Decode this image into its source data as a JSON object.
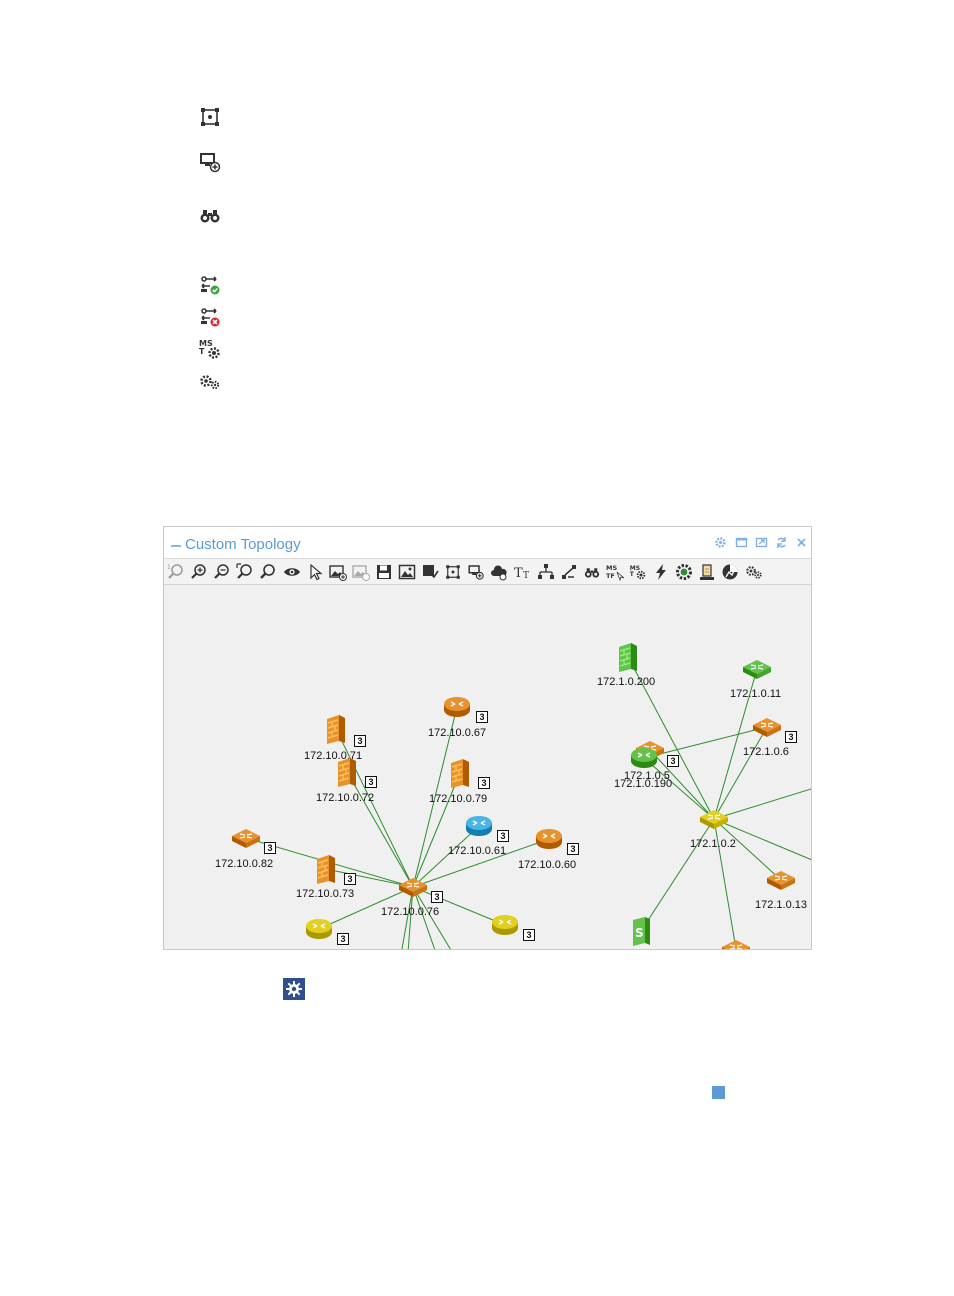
{
  "doc_icons": [
    {
      "name": "select-frame-icon"
    },
    {
      "name": "add-device-icon"
    },
    {
      "name": "binoculars-icon"
    },
    {
      "name": "link-ok-icon"
    },
    {
      "name": "link-remove-icon"
    },
    {
      "name": "ms-settings-icon"
    },
    {
      "name": "settings-gears-icon"
    }
  ],
  "panel": {
    "title": "Custom Topology",
    "header_icons": [
      "settings-icon",
      "maximize-icon",
      "restore-icon",
      "refresh-icon",
      "close-icon"
    ],
    "toolbar": [
      "zoom-reset-icon",
      "zoom-in-icon",
      "zoom-out-icon",
      "zoom-fit-icon",
      "search-icon",
      "eye-icon",
      "pointer-icon",
      "add-image-icon",
      "image-disabled-icon",
      "save-icon",
      "image-icon",
      "export-icon",
      "select-frame-icon",
      "add-device-icon",
      "cloud-icon",
      "text-size-icon",
      "tree-layout-icon",
      "link-icon",
      "binoculars-icon",
      "ms-text-icon",
      "ms-settings-icon",
      "lightning-icon",
      "refresh-ring-icon",
      "tag-icon",
      "chart-icon",
      "gears-icon"
    ]
  },
  "colors": {
    "orange": "#e8922e",
    "yellow": "#e3cf1f",
    "green": "#62c24a",
    "blue": "#49b4e6",
    "link": "#2e8b2e",
    "accent": "#5b9bd5"
  },
  "nodes": [
    {
      "id": "n1",
      "label": "172.10.0.71",
      "type": "firewall",
      "color": "orange",
      "badge": "3"
    },
    {
      "id": "n2",
      "label": "172.10.0.67",
      "type": "router",
      "color": "orange",
      "badge": "3"
    },
    {
      "id": "n3",
      "label": "172.10.0.72",
      "type": "firewall",
      "color": "orange",
      "badge": "3"
    },
    {
      "id": "n4",
      "label": "172.10.0.79",
      "type": "firewall",
      "color": "orange",
      "badge": "3"
    },
    {
      "id": "n5",
      "label": "172.10.0.61",
      "type": "router",
      "color": "blue",
      "badge": "3"
    },
    {
      "id": "n6",
      "label": "172.10.0.60",
      "type": "router",
      "color": "orange",
      "badge": "3"
    },
    {
      "id": "n7",
      "label": "172.10.0.82",
      "type": "switch",
      "color": "orange",
      "badge": "3"
    },
    {
      "id": "n8",
      "label": "172.10.0.73",
      "type": "firewall",
      "color": "orange",
      "badge": "3"
    },
    {
      "id": "n9",
      "label": "172.10.0.76",
      "type": "switch",
      "color": "orange",
      "badge": "3"
    },
    {
      "id": "n10",
      "label": "",
      "type": "router",
      "color": "yellow",
      "badge": "3"
    },
    {
      "id": "n11",
      "label": "",
      "type": "router",
      "color": "yellow",
      "badge": "3"
    },
    {
      "id": "n12",
      "label": "172.1.0.200",
      "type": "firewall",
      "color": "green",
      "badge": ""
    },
    {
      "id": "n13",
      "label": "172.1.0.11",
      "type": "switch",
      "color": "green",
      "badge": ""
    },
    {
      "id": "n14",
      "label": "172.1.0.6",
      "type": "switch",
      "color": "orange",
      "badge": "3"
    },
    {
      "id": "n15",
      "label": "172.1.0.5",
      "type": "switch",
      "color": "orange",
      "badge": ""
    },
    {
      "id": "n16",
      "label": "172.1.0.190",
      "type": "router",
      "color": "green",
      "badge": "3"
    },
    {
      "id": "n17",
      "label": "172.1.0.2",
      "type": "switch",
      "color": "yellow",
      "badge": ""
    },
    {
      "id": "n18",
      "label": "172.1.0.13",
      "type": "switch",
      "color": "orange",
      "badge": ""
    },
    {
      "id": "n19",
      "label": "",
      "type": "server",
      "color": "green",
      "badge": ""
    },
    {
      "id": "n20",
      "label": "",
      "type": "switch",
      "color": "orange",
      "badge": ""
    }
  ],
  "links": [
    [
      "n1",
      "n9"
    ],
    [
      "n2",
      "n9"
    ],
    [
      "n3",
      "n9"
    ],
    [
      "n4",
      "n9"
    ],
    [
      "n5",
      "n9"
    ],
    [
      "n6",
      "n9"
    ],
    [
      "n7",
      "n9"
    ],
    [
      "n8",
      "n9"
    ],
    [
      "n10",
      "n9"
    ],
    [
      "n11",
      "n9"
    ],
    [
      "n12",
      "n17"
    ],
    [
      "n13",
      "n17"
    ],
    [
      "n14",
      "n17"
    ],
    [
      "n15",
      "n17"
    ],
    [
      "n16",
      "n17"
    ],
    [
      "n18",
      "n17"
    ],
    [
      "n19",
      "n17"
    ],
    [
      "n20",
      "n17"
    ],
    [
      "n14",
      "n16"
    ]
  ]
}
